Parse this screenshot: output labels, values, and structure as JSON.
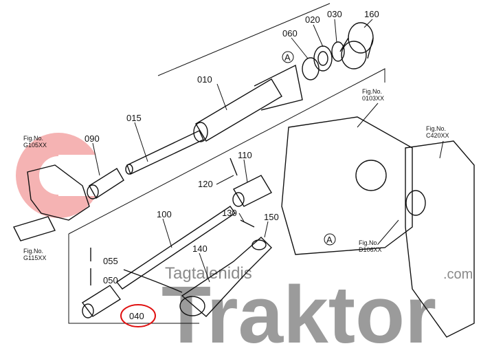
{
  "title": "PTO shaft assembly parts diagram",
  "watermark": {
    "brand": "Traktor",
    "subtitle": "Tagtalenidis",
    "suffix": ".com",
    "color": "#8a8a8a",
    "logo_color": "#f08080"
  },
  "part_labels": [
    "160",
    "030",
    "020",
    "060",
    "010",
    "015",
    "090",
    "110",
    "120",
    "100",
    "130",
    "150",
    "140",
    "055",
    "050",
    "040"
  ],
  "reference_marks": [
    "A",
    "A"
  ],
  "figure_refs": [
    {
      "line1": "Fig.No.",
      "line2": "0103XX"
    },
    {
      "line1": "Fig.No.",
      "line2": "C420XX"
    },
    {
      "line1": "Fig.No.",
      "line2": "G105XX"
    },
    {
      "line1": "Fig.No.",
      "line2": "G115XX"
    },
    {
      "line1": "Fig.No.",
      "line2": "D106XX"
    }
  ],
  "highlight": {
    "label": "040",
    "color": "#e01010"
  }
}
